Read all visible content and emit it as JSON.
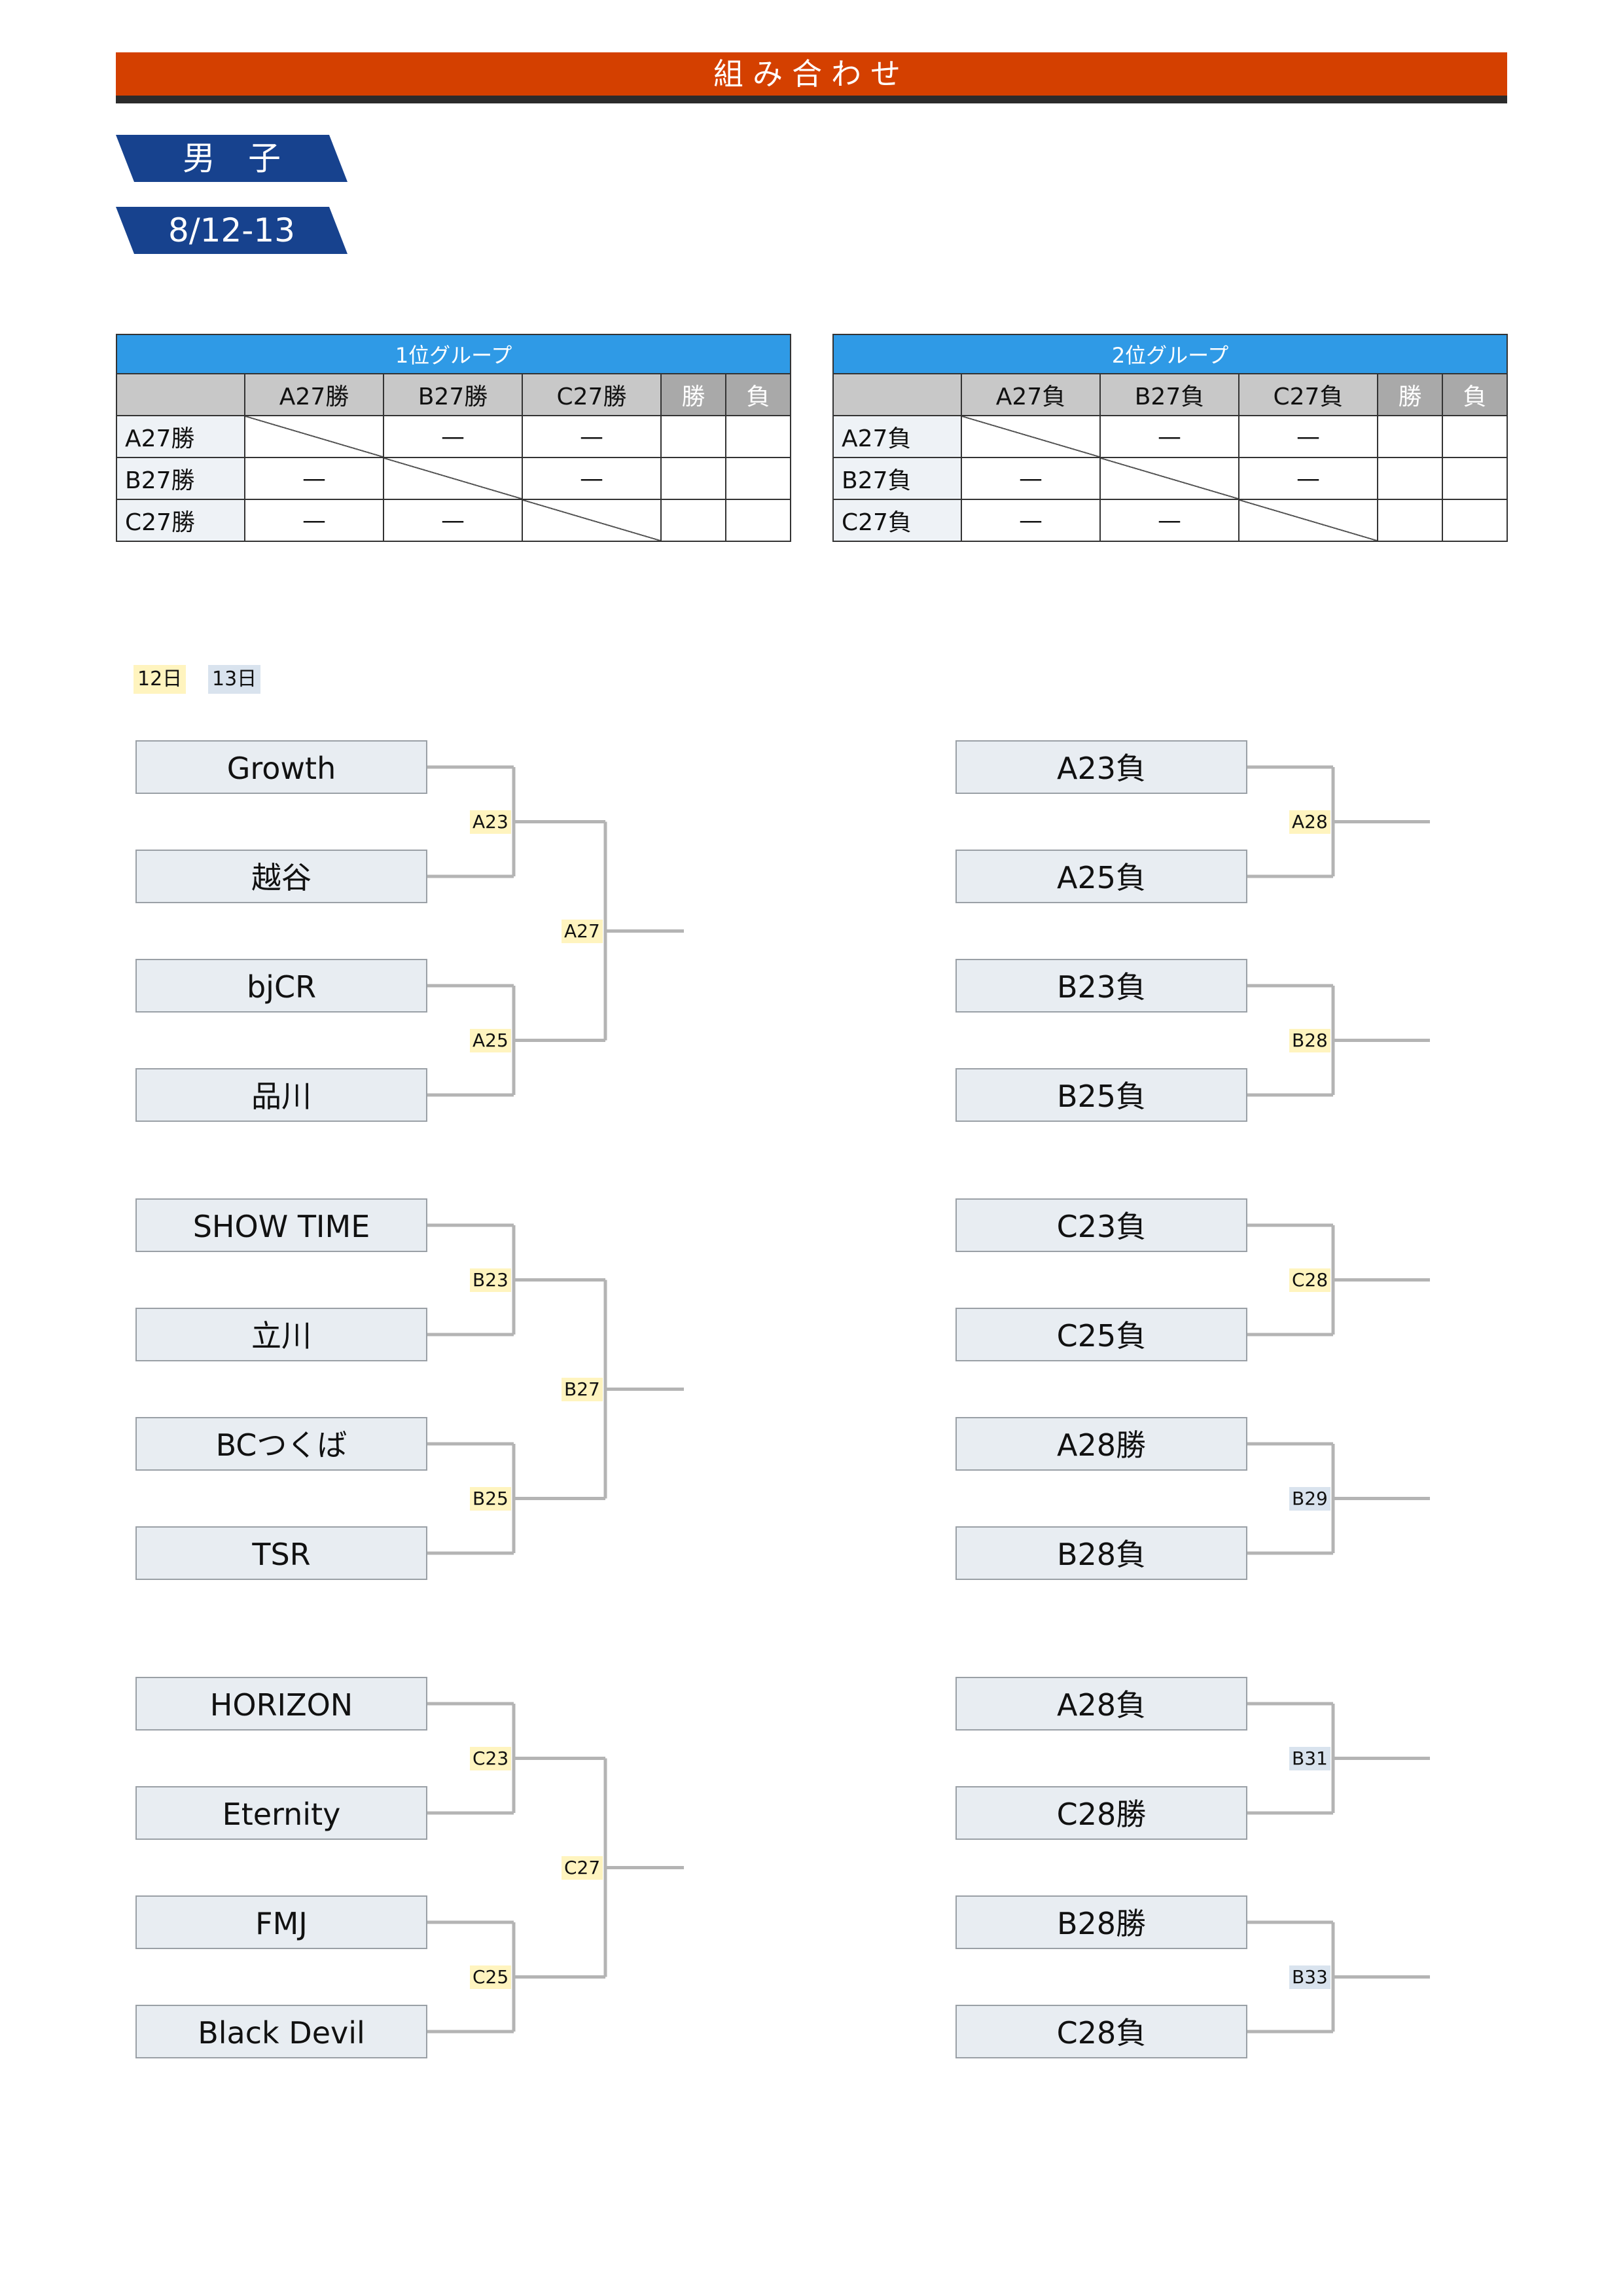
{
  "header": {
    "title": "組み合わせ",
    "category": "男　子",
    "dates": "8/12-13"
  },
  "groups": [
    {
      "title": "1位グループ",
      "cols": [
        "A27勝",
        "B27勝",
        "C27勝",
        "勝",
        "負"
      ],
      "rows": [
        "A27勝",
        "B27勝",
        "C27勝"
      ],
      "dash": "—"
    },
    {
      "title": "2位グループ",
      "cols": [
        "A27負",
        "B27負",
        "C27負",
        "勝",
        "負"
      ],
      "rows": [
        "A27負",
        "B27負",
        "C27負"
      ],
      "dash": "—"
    }
  ],
  "legend": {
    "day12": "12日",
    "day13": "13日"
  },
  "left_bracket": {
    "blocks": [
      {
        "teams": [
          "Growth",
          "越谷",
          "bjCR",
          "品川"
        ],
        "semis": [
          "A23",
          "A25"
        ],
        "final": "A27"
      },
      {
        "teams": [
          "SHOW TIME",
          "立川",
          "BCつくば",
          "TSR"
        ],
        "semis": [
          "B23",
          "B25"
        ],
        "final": "B27"
      },
      {
        "teams": [
          "HORIZON",
          "Eternity",
          "FMJ",
          "Black Devil"
        ],
        "semis": [
          "C23",
          "C25"
        ],
        "final": "C27"
      }
    ]
  },
  "right_bracket": {
    "pairs": [
      {
        "teams": [
          "A23負",
          "A25負"
        ],
        "match": "A28",
        "day": "12"
      },
      {
        "teams": [
          "B23負",
          "B25負"
        ],
        "match": "B28",
        "day": "12"
      },
      {
        "teams": [
          "C23負",
          "C25負"
        ],
        "match": "C28",
        "day": "12"
      },
      {
        "teams": [
          "A28勝",
          "B28負"
        ],
        "match": "B29",
        "day": "13"
      },
      {
        "teams": [
          "A28負",
          "C28勝"
        ],
        "match": "B31",
        "day": "13"
      },
      {
        "teams": [
          "B28勝",
          "C28負"
        ],
        "match": "B33",
        "day": "13"
      }
    ]
  },
  "colors": {
    "title": "#d44000",
    "tag": "#17428e",
    "group_header": "#2f9ae6",
    "day12": "#fff4bf",
    "day13": "#d9e3ee",
    "team_box": "#e8edf2",
    "line": "#b4b4b4"
  }
}
